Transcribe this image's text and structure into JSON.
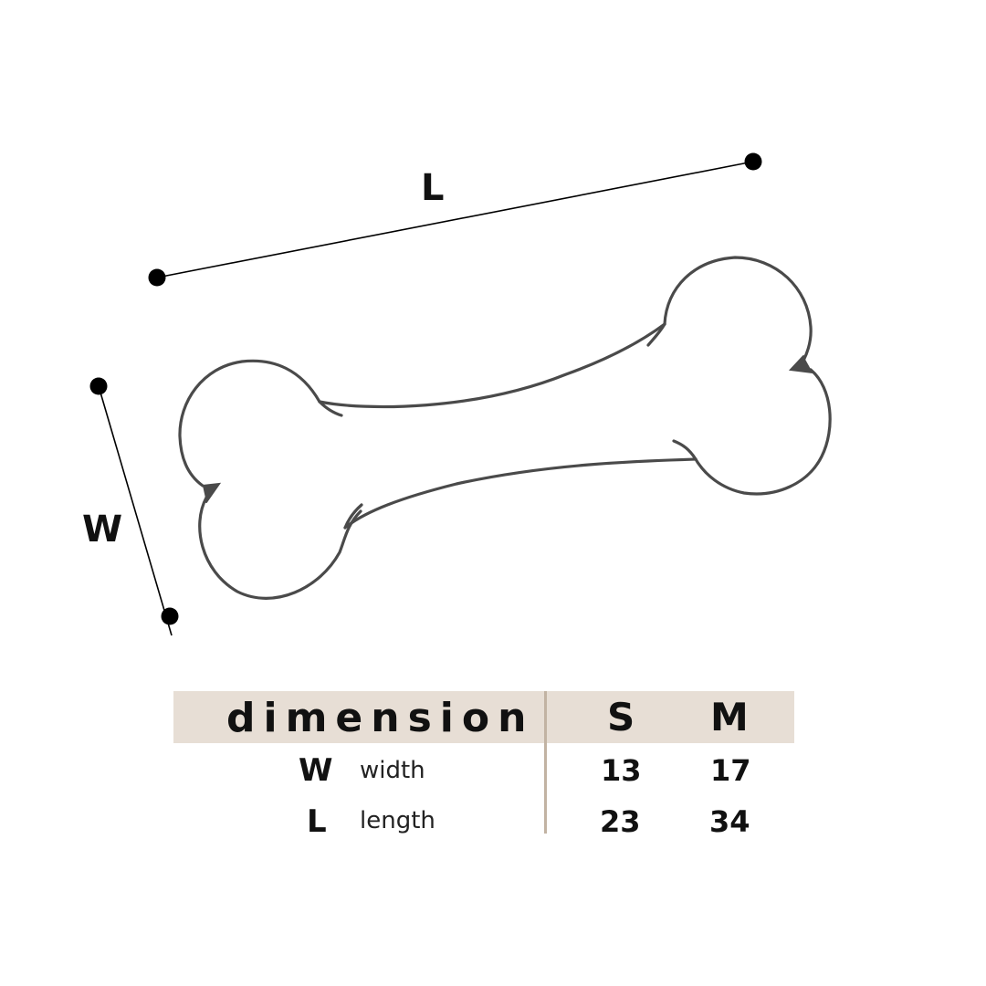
{
  "diagram": {
    "subject": "bone",
    "labels": {
      "length_marker": "L",
      "width_marker": "W"
    },
    "colors": {
      "outline": "#4a4a4a",
      "marker": "#000000",
      "table_header_bg": "#e7ded5",
      "table_divider": "#c2b3a3"
    }
  },
  "table": {
    "header": {
      "dimension": "dimension",
      "sizes": [
        "S",
        "M"
      ]
    },
    "rows": [
      {
        "key": "W",
        "name": "width",
        "S": "13",
        "M": "17"
      },
      {
        "key": "L",
        "name": "length",
        "S": "23",
        "M": "34"
      }
    ]
  }
}
